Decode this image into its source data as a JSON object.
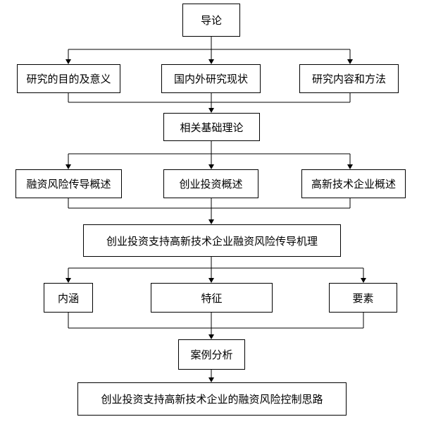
{
  "nodes": {
    "intro": "导论",
    "purpose": "研究的目的及意义",
    "literature": "国内外研究现状",
    "content_method": "研究内容和方法",
    "theory": "相关基础理论",
    "financing_risk": "融资风险传导概述",
    "venture_investment": "创业投资概述",
    "hightech_enterprise": "高新技术企业概述",
    "mechanism": "创业投资支持高新技术企业融资风险传导机理",
    "connotation": "内涵",
    "feature": "特征",
    "element": "要素",
    "case_analysis": "案例分析",
    "control_approach": "创业投资支持高新技术企业的融资风险控制思路"
  },
  "colors": {
    "line": "#000000",
    "box_border": "#000000",
    "background": "#ffffff"
  }
}
